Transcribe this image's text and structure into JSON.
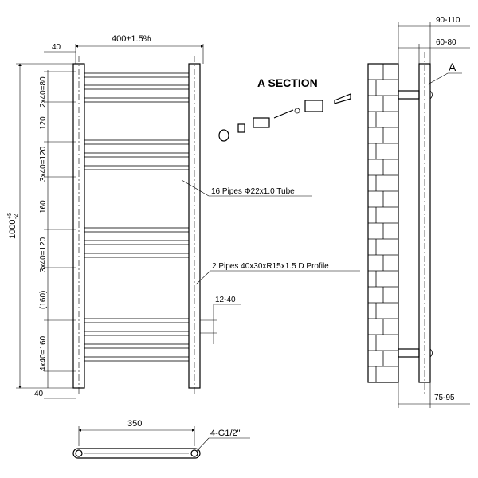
{
  "front_view": {
    "width_dim": "400±1.5%",
    "left_offset_dim": "40",
    "height_dim": "1000",
    "height_tol_upper": "+5",
    "height_tol_lower": "-2",
    "vertical_dims": [
      "2x40=80",
      "120",
      "3x40=120",
      "160",
      "3x40=120",
      "(160)",
      "4x40=160"
    ],
    "bottom_dim": "40",
    "gap_dim": "12-40"
  },
  "section": {
    "title": "A SECTION"
  },
  "callouts": {
    "pipes": "16 Pipes Φ22x1.0 Tube",
    "profile": "2 Pipes 40x30xR15x1.5 D Profile"
  },
  "side_view": {
    "dim_top_outer": "90-110",
    "dim_top_inner": "60-80",
    "detail_label": "A",
    "dim_bottom": "75-95"
  },
  "bottom_view": {
    "width_dim": "350",
    "connection_label": "4-G1/2\""
  }
}
